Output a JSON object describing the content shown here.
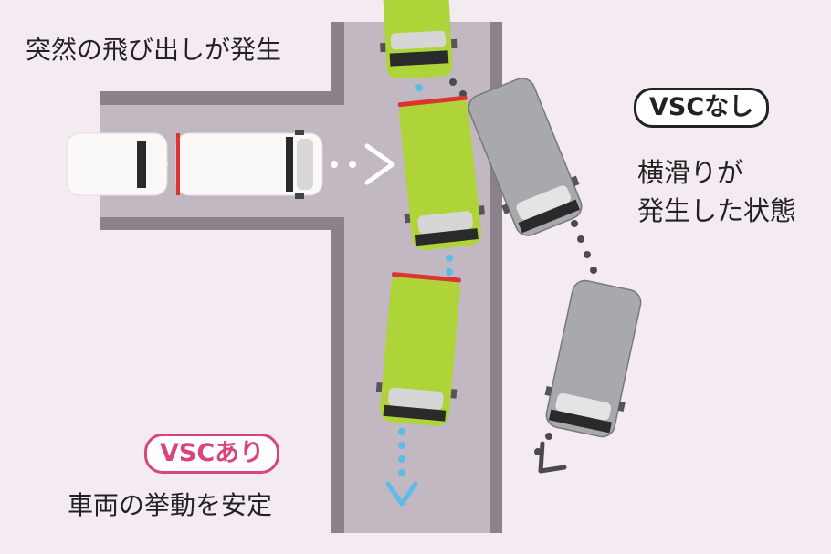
{
  "captions": {
    "top": "突然の飛び出しが発生",
    "bottom": "車両の挙動を安定",
    "right_line1": "横滑りが",
    "right_line2": "発生した状態"
  },
  "badges": {
    "without_vsc": "VSCなし",
    "with_vsc": "VSCあり"
  },
  "colors": {
    "background": "#f4eaf2",
    "road": "#c2b8c2",
    "road_edge": "#8a818a",
    "car_green": "#aed43a",
    "car_gray": "#a9a9ad",
    "car_white": "#fbf8f8",
    "path_blue": "#5bbde6",
    "path_dark": "#4a4a4a",
    "badge_pink": "#d9457a"
  }
}
